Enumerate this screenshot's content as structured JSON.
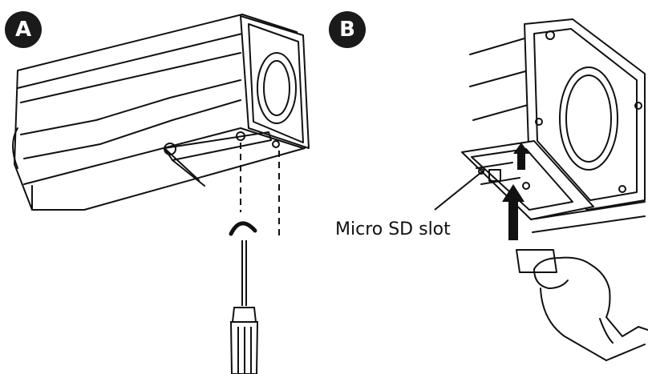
{
  "panel_a": {
    "label": "A"
  },
  "panel_b": {
    "label": "B",
    "callout": "Micro SD slot"
  }
}
